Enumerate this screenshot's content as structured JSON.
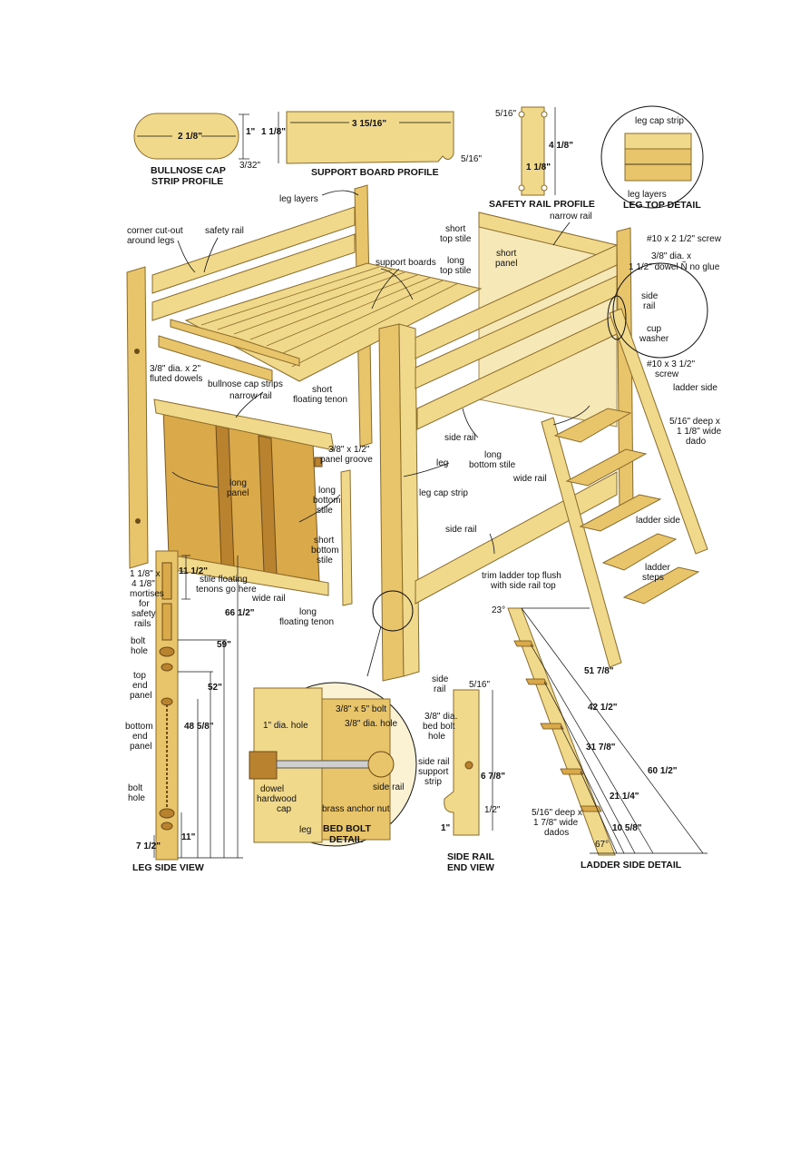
{
  "profiles": {
    "bullnose": {
      "title1": "BULLNOSE CAP",
      "title2": "STRIP PROFILE",
      "width": "2 1/8\"",
      "height": "1\"",
      "offset": "3/32\""
    },
    "support_board": {
      "title": "SUPPORT BOARD PROFILE",
      "length": "3 15/16\"",
      "height": "1 1/8\"",
      "notch": "5/16\""
    },
    "safety_rail": {
      "title": "SAFETY RAIL PROFILE",
      "top": "5/16\"",
      "height": "4 1/8\"",
      "width": "1 1/8\""
    },
    "leg_top": {
      "title": "LEG TOP DETAIL",
      "cap_strip": "leg cap strip",
      "layers": "leg layers"
    }
  },
  "labels": {
    "leg_layers": "leg layers",
    "corner_cutout": "corner cut-out",
    "around_legs": "around legs",
    "safety_rail": "safety rail",
    "support_boards": "support boards",
    "short_top_stile": "short",
    "short_top_stile2": "top stile",
    "short_panel": "short",
    "short_panel2": "panel",
    "long_top_stile": "long",
    "long_top_stile2": "top stile",
    "narrow_rail_top": "narrow rail",
    "screw_top": "#10 x 2 1/2\" screw",
    "dowel1": "3/8\" dia. x",
    "dowel2": "1 1/2\" dowel Ñ no glue",
    "side_rail_small1": "side",
    "side_rail_small2": "rail",
    "cup1": "cup",
    "cup2": "washer",
    "screw_bot1": "#10 x 3 1/2\"",
    "screw_bot2": "screw",
    "ladder_side_top": "ladder side",
    "dado1": "5/16\" deep x",
    "dado2": "1 1/8\" wide",
    "dado3": "dado",
    "fluted1": "3/8\" dia. x 2\"",
    "fluted2": "fluted dowels",
    "bullnose_strips": "bullnose cap strips",
    "narrow_rail": "narrow rail",
    "short_float1": "short",
    "short_float2": "floating tenon",
    "panel_groove1": "3/8\" x 1/2\"",
    "panel_groove2": "panel groove",
    "side_rail_mid": "side rail",
    "long_bottom1": "long",
    "long_bottom2": "bottom stile",
    "wide_rail_r": "wide rail",
    "long_panel1": "long",
    "long_panel2": "panel",
    "leg": "leg",
    "leg_cap_strip": "leg cap strip",
    "lbs1": "long",
    "lbs2": "bottom",
    "lbs3": "stile",
    "sbs1": "short",
    "sbs2": "bottom",
    "sbs3": "stile",
    "stile_float1": "stile floating",
    "stile_float2": "tenons go here",
    "wide_rail": "wide rail",
    "long_float1": "long",
    "long_float2": "floating tenon",
    "side_rail_low": "side rail",
    "ladder_side": "ladder side",
    "ladder_steps1": "ladder",
    "ladder_steps2": "steps",
    "trim1": "trim ladder top flush",
    "trim2": "with side rail top"
  },
  "leg_side": {
    "title": "LEG SIDE VIEW",
    "mort1": "1 1/8\" x",
    "mort2": "4 1/8\"",
    "mort3": "mortises",
    "mort4": "for",
    "mort5": "safety",
    "mort6": "rails",
    "bolt_hole": "bolt",
    "bolt_hole2": "hole",
    "top_end1": "top",
    "top_end2": "end",
    "top_end3": "panel",
    "bot_end1": "bottom",
    "bot_end2": "end",
    "bot_end3": "panel",
    "bolt2a": "bolt",
    "bolt2b": "hole",
    "d_11_5": "11 1/2\"",
    "d_66": "66 1/2\"",
    "d_59": "59\"",
    "d_52": "52\"",
    "d_48": "48 5/8\"",
    "d_11": "11\"",
    "d_7": "7 1/2\""
  },
  "bed_bolt": {
    "title1": "BED BOLT",
    "title2": "DETAIL",
    "hole1": "1\" dia. hole",
    "bolt": "3/8\" x 5\" bolt",
    "hole38": "3/8\" dia. hole",
    "dowel1": "dowel",
    "dowel2": "hardwood",
    "dowel3": "cap",
    "side_rail": "side rail",
    "nut": "brass anchor nut",
    "leg": "leg"
  },
  "side_rail_end": {
    "title1": "SIDE RAIL",
    "title2": "END VIEW",
    "side1": "side",
    "side2": "rail",
    "top": "5/16\"",
    "bolt1": "3/8\" dia.",
    "bolt2": "bed bolt",
    "bolt3": "hole",
    "strip1": "side rail",
    "strip2": "support",
    "strip3": "strip",
    "height": "6 7/8\"",
    "half": "1/2\"",
    "one": "1\""
  },
  "ladder_detail": {
    "title": "LADDER SIDE DETAIL",
    "angle_top": "23°",
    "angle_bot": "67°",
    "d51": "51 7/8\"",
    "d42": "42 1/2\"",
    "d31": "31 7/8\"",
    "d60": "60 1/2\"",
    "d21": "21 1/4\"",
    "d10": "10 5/8\"",
    "dado1": "5/16\" deep x",
    "dado2": "1 7/8\" wide",
    "dado3": "dados"
  }
}
